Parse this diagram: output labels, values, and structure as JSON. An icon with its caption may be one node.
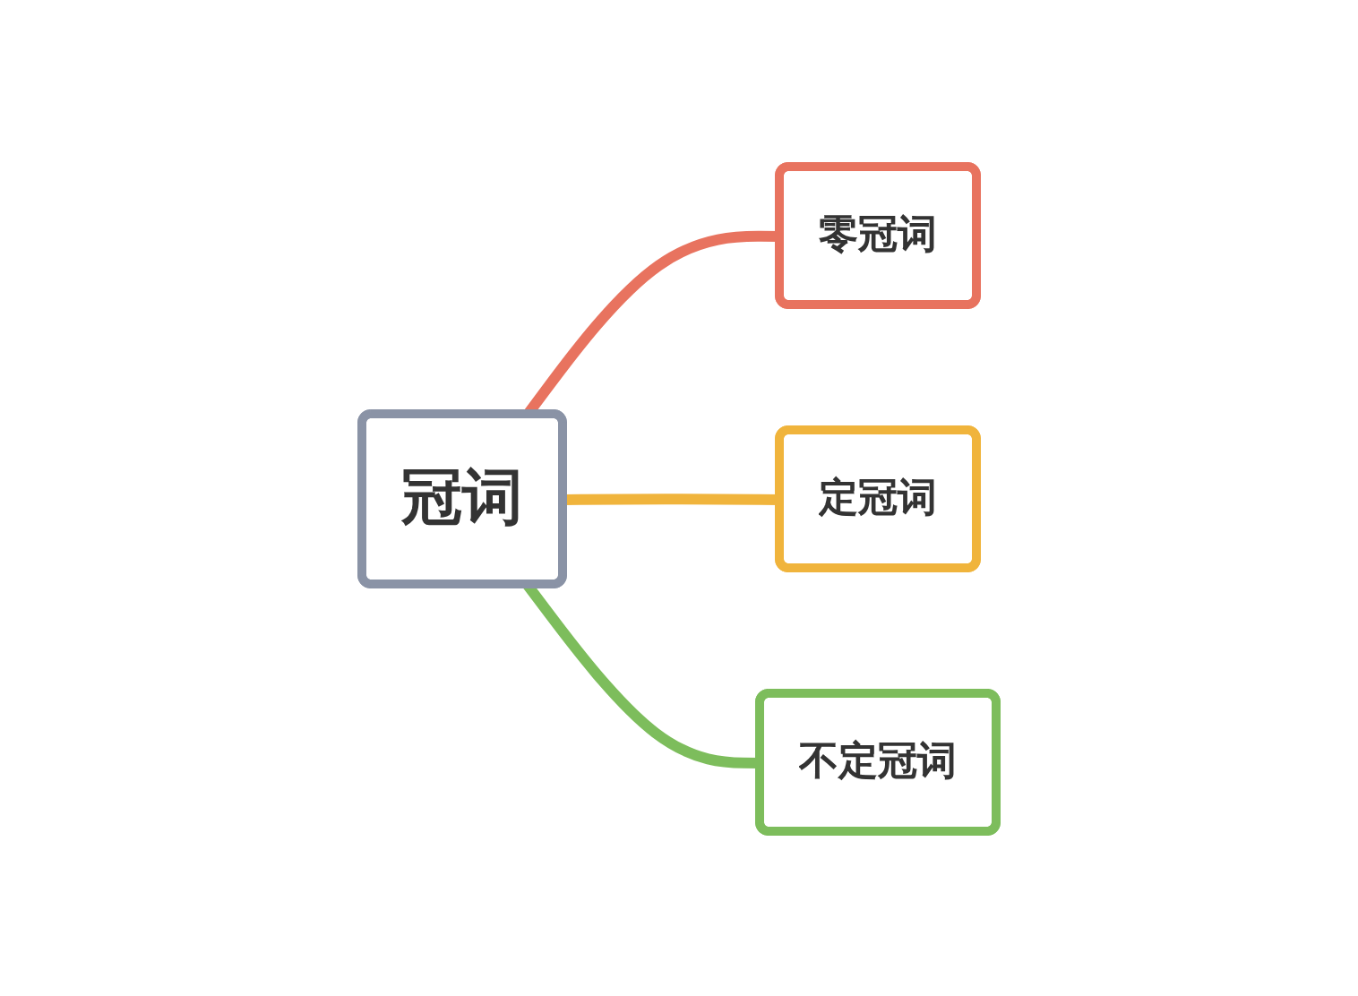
{
  "diagram": {
    "nodes": [
      {
        "text": [
          "冠词"
        ]
      },
      {
        "text": [
          "零冠词"
        ]
      },
      {
        "text": [
          "定冠词"
        ]
      },
      {
        "text": [
          "不定冠词"
        ]
      }
    ],
    "edges": [
      {
        "from": 0,
        "to": 1,
        "arrow": "none",
        "color": "#e8735f"
      },
      {
        "from": 0,
        "to": 2,
        "arrow": "none",
        "color": "#f0b43c"
      },
      {
        "from": 0,
        "to": 3,
        "arrow": "none",
        "color": "#7dbd5c"
      }
    ]
  }
}
